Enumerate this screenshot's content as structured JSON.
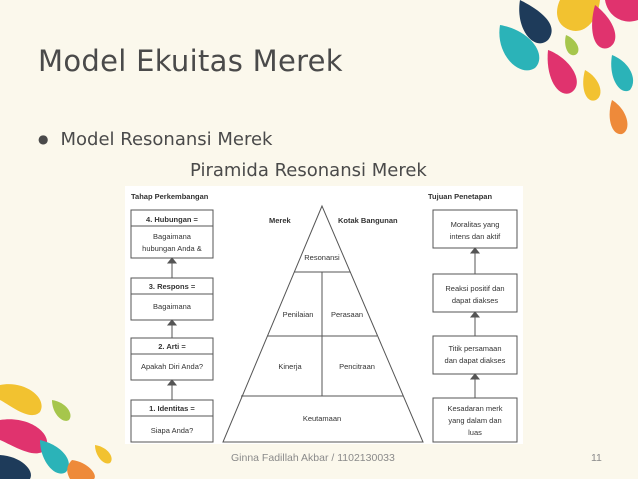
{
  "slide": {
    "title": "Model Ekuitas Merek",
    "bullet": "Model Resonansi Merek",
    "subtitle": "Piramida Resonansi Merek"
  },
  "diagram": {
    "left_header": "Tahap Perkembangan",
    "right_header": "Tujuan Penetapan",
    "pyramid_header_left": "Merek",
    "pyramid_header_right": "Kotak Bangunan",
    "stages": [
      {
        "title": "4. Hubungan =",
        "line1": "Bagaimana",
        "line2": "hubungan Anda &"
      },
      {
        "title": "3. Respons =",
        "line1": "Bagaimana",
        "line2": ""
      },
      {
        "title": "2. Arti =",
        "line1": "Apakah Diri Anda?",
        "line2": ""
      },
      {
        "title": "1. Identitas =",
        "line1": "Siapa Anda?",
        "line2": ""
      }
    ],
    "pyramid": {
      "top": "Resonansi",
      "mid_left": "Penilaian",
      "mid_right": "Perasaan",
      "low_left": "Kinerja",
      "low_right": "Pencitraan",
      "base": "Keutamaan"
    },
    "objectives": [
      {
        "line1": "Moralitas yang",
        "line2": "intens dan aktif",
        "line3": ""
      },
      {
        "line1": "Reaksi positif dan",
        "line2": "dapat diakses",
        "line3": ""
      },
      {
        "line1": "Titik persamaan",
        "line2": "dan dapat diakses",
        "line3": ""
      },
      {
        "line1": "Kesadaran merk",
        "line2": "yang dalam dan",
        "line3": "luas"
      }
    ]
  },
  "footer": {
    "author": "Ginna Fadillah Akbar / 1102130033",
    "page_number": "11"
  },
  "colors": {
    "pink": "#e0336e",
    "teal": "#2bb3b8",
    "yellow": "#f2c230",
    "orange": "#ee8a3a",
    "navy": "#1e3b5a",
    "green": "#a6c64c",
    "background": "#fbf8ec"
  }
}
